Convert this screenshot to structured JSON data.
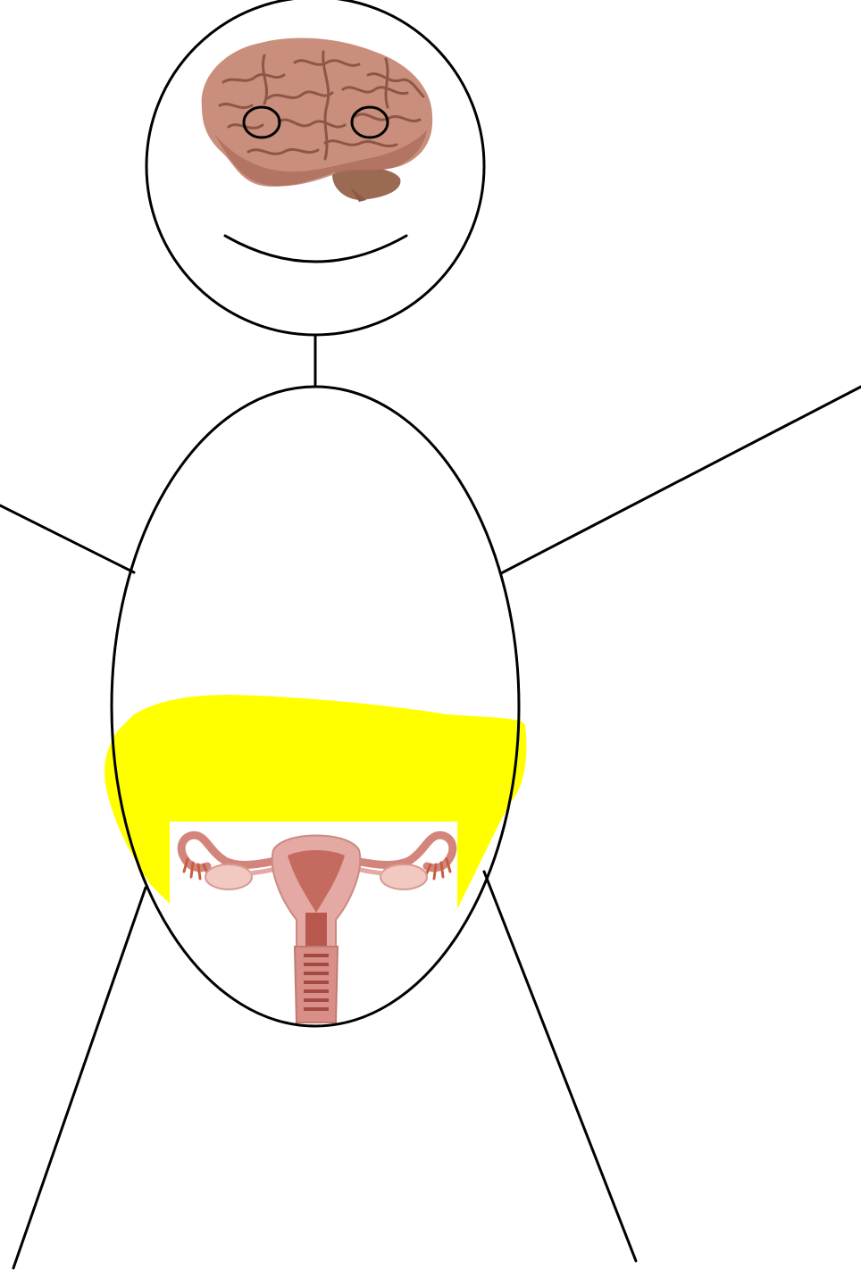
{
  "figure": {
    "type": "hand-drawn stick figure diagram",
    "elements": [
      "head",
      "brain-illustration",
      "eye-left",
      "eye-right",
      "smile-mouth",
      "neck",
      "torso",
      "arm-left",
      "arm-right",
      "leg-left",
      "leg-right",
      "yellow-highlight",
      "uterus-illustration"
    ]
  },
  "colors": {
    "background": "#ffffff",
    "stroke": "#000000",
    "highlight": "#ffff00",
    "brain_base": "#c98e7c",
    "brain_shadow": "#a86a58",
    "brain_fold": "#8e5646",
    "cerebellum": "#9b6a52",
    "uterus_tissue": "#e4a9a3",
    "uterus_inner": "#c56a5e",
    "uterus_dark": "#a34b42",
    "ovary": "#f1c9c1"
  }
}
